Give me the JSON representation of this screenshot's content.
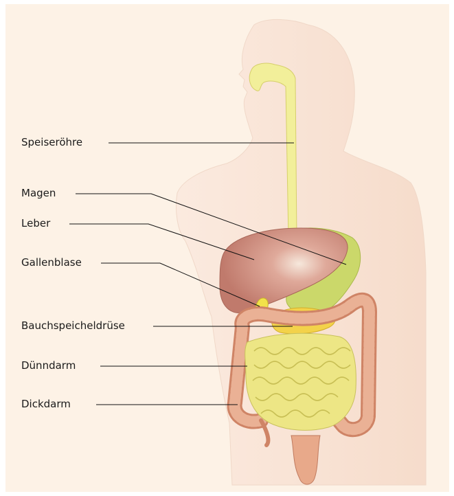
{
  "labels": {
    "speiseroehre": "Speiseröhre",
    "magen": "Magen",
    "leber": "Leber",
    "gallenblase": "Gallenblase",
    "bauchspeicheldruese": "Bauchspeicheldrüse",
    "duenndarm": "Dünndarm",
    "dickdarm": "Dickdarm"
  },
  "colors": {
    "background": "#fdf2e6",
    "body": "#f9e3d4",
    "esophagus": "#f2ef9a",
    "liver": "#c98678",
    "stomach": "#cbd86a",
    "pancreas": "#f3d24a",
    "small_intestine": "#ede685",
    "colon": "#e8a98a"
  }
}
